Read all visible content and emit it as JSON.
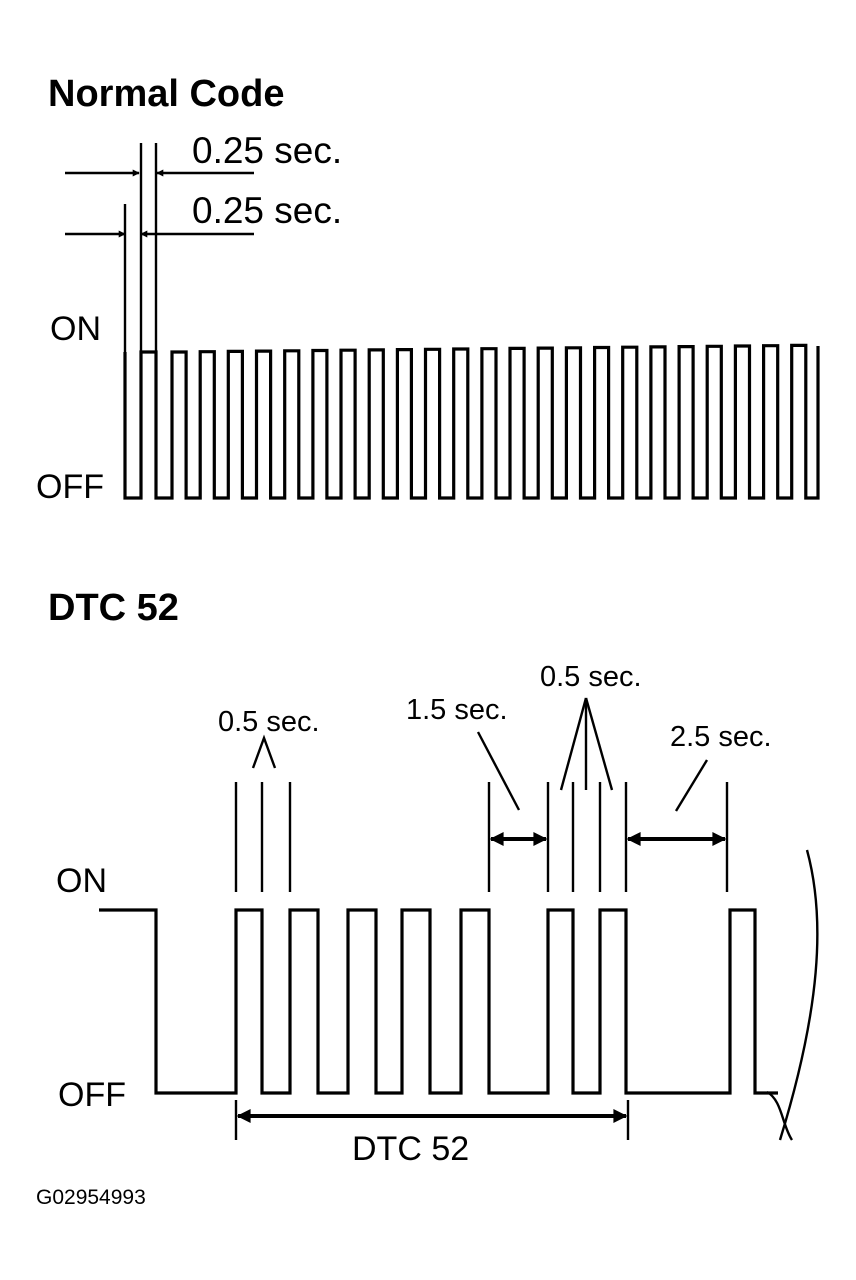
{
  "normal_code": {
    "title": "Normal Code",
    "timing_on": "0.25 sec.",
    "timing_off": "0.25 sec.",
    "on_label": "ON",
    "off_label": "OFF",
    "pulse_count": 25
  },
  "dtc52": {
    "title": "DTC 52",
    "on_label": "ON",
    "off_label": "OFF",
    "pulse_label": "0.5 sec.",
    "gap_label_1_5": "1.5 sec.",
    "pulse_label_2": "0.5 sec.",
    "gap_label_2_5": "2.5 sec.",
    "code_label": "DTC 52",
    "first_digit": 5,
    "second_digit": 2
  },
  "figure_id": "G02954993"
}
